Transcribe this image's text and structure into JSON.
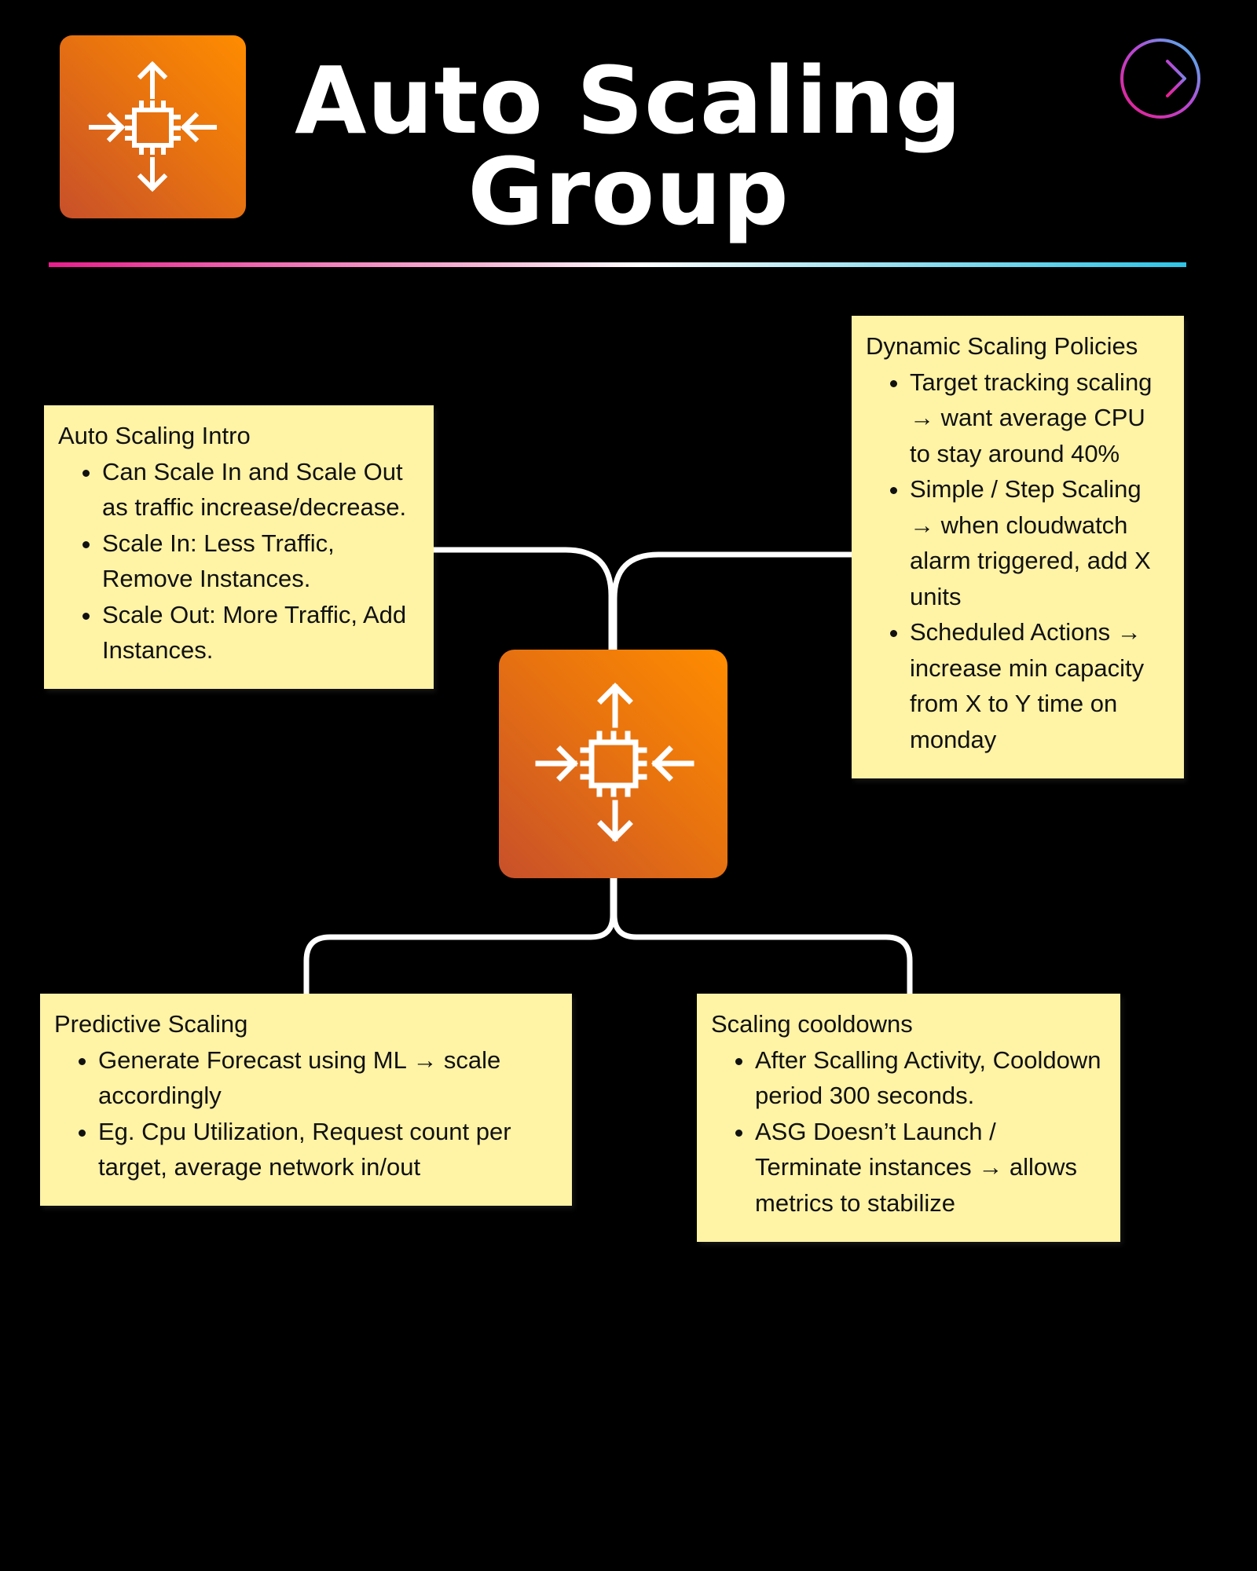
{
  "header": {
    "title_line1": "Auto Scaling",
    "title_line2": "Group",
    "logo_icon": "auto-scaling-icon",
    "next_icon": "arrow-right-circle-icon"
  },
  "colors": {
    "tile_orange_light": "#FF8C00",
    "tile_orange_dark": "#C8502A",
    "note_yellow": "#FFF3A6",
    "divider_pink": "#E81E8C",
    "divider_cyan": "#2EC4E6",
    "background": "#000000"
  },
  "center": {
    "icon": "auto-scaling-icon"
  },
  "notes": {
    "intro": {
      "title": "Auto Scaling Intro",
      "items": [
        "Can Scale In and Scale Out as traffic increase/decrease.",
        "Scale In: Less Traffic, Remove Instances.",
        "Scale Out: More Traffic, Add Instances."
      ]
    },
    "dynamic": {
      "title": "Dynamic Scaling Policies",
      "items": [
        "Target tracking scaling → want average CPU to stay around 40%",
        "Simple / Step Scaling → when cloudwatch alarm triggered, add X units",
        "Scheduled Actions → increase min capacity from X to Y time on monday"
      ]
    },
    "predictive": {
      "title": "Predictive Scaling",
      "items": [
        "Generate Forecast using ML → scale accordingly",
        "Eg. Cpu Utilization, Request count per target, average network in/out"
      ]
    },
    "cooldown": {
      "title": "Scaling cooldowns",
      "items": [
        "After Scalling Activity, Cooldown period 300 seconds.",
        "ASG Doesn’t Launch / Terminate instances → allows metrics to stabilize"
      ]
    }
  }
}
